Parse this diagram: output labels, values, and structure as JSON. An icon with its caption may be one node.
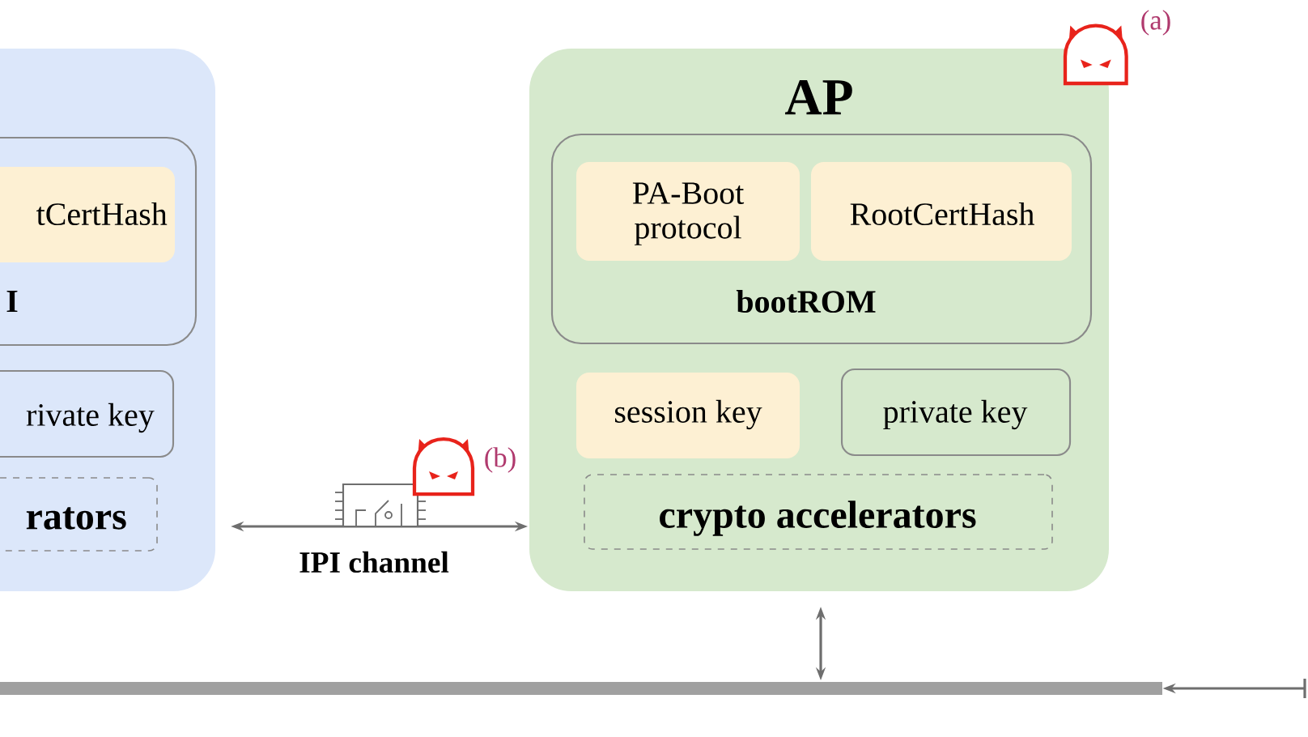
{
  "diagram": {
    "nodes": [
      {
        "text": [],
        "shape": "box"
      },
      {
        "text": [
          "I"
        ],
        "in": 0
      },
      {
        "text": [
          "tCertHash"
        ],
        "in": 1
      },
      {
        "text": [
          "rivate key"
        ],
        "in": 0
      },
      {
        "text": [
          "rators"
        ],
        "in": 0
      },
      {
        "text": [
          "AP"
        ]
      },
      {
        "text": [
          "bootROM"
        ],
        "in": 5
      },
      {
        "text": [
          "PA-Boot protocol"
        ],
        "in": 6
      },
      {
        "text": [
          "RootCertHash"
        ],
        "in": 6
      },
      {
        "text": [
          "session key"
        ],
        "in": 5
      },
      {
        "text": [
          "private key"
        ],
        "in": 5
      },
      {
        "text": [
          "crypto accelerators"
        ],
        "in": 5
      },
      {
        "text": [],
        "shape": "bar"
      }
    ],
    "edges": [
      {
        "from": 0,
        "to": 5,
        "arrow": "both",
        "label": "IPI channel"
      },
      {
        "from": 5,
        "to": 12,
        "arrow": "both"
      },
      {
        "from": null,
        "to": 12,
        "arrow": "to"
      }
    ],
    "labels": [
      "(a)",
      "(b)"
    ]
  }
}
